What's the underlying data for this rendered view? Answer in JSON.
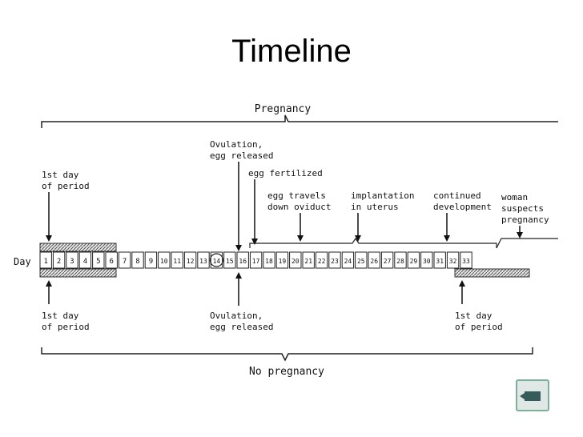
{
  "slide": {
    "title": "Timeline"
  },
  "diagram": {
    "day_label": "Day",
    "days": [
      "1",
      "2",
      "3",
      "4",
      "5",
      "6",
      "7",
      "8",
      "9",
      "10",
      "11",
      "12",
      "13",
      "14",
      "15",
      "16",
      "17",
      "18",
      "19",
      "20",
      "21",
      "22",
      "23",
      "24",
      "25",
      "26",
      "27",
      "28",
      "29",
      "30",
      "31",
      "32",
      "33"
    ],
    "top_brace_label": "Pregnancy",
    "bottom_brace_label": "No pregnancy",
    "annotations_top": {
      "period_start": [
        "1st day",
        "of period"
      ],
      "ovulation": [
        "Ovulation,",
        "egg released"
      ],
      "fertilized": [
        "egg fertilized"
      ],
      "travels": [
        "egg travels",
        "down oviduct"
      ],
      "implantation": [
        "implantation",
        "in uterus"
      ],
      "continued": [
        "continued",
        "development"
      ],
      "suspects": [
        "woman",
        "suspects",
        "pregnancy"
      ]
    },
    "annotations_bottom": {
      "period_start": [
        "1st day",
        "of period"
      ],
      "ovulation": [
        "Ovulation,",
        "egg released"
      ],
      "next_period": [
        "1st day",
        "of period"
      ]
    }
  },
  "nav": {
    "icon": "video-camera-icon"
  }
}
